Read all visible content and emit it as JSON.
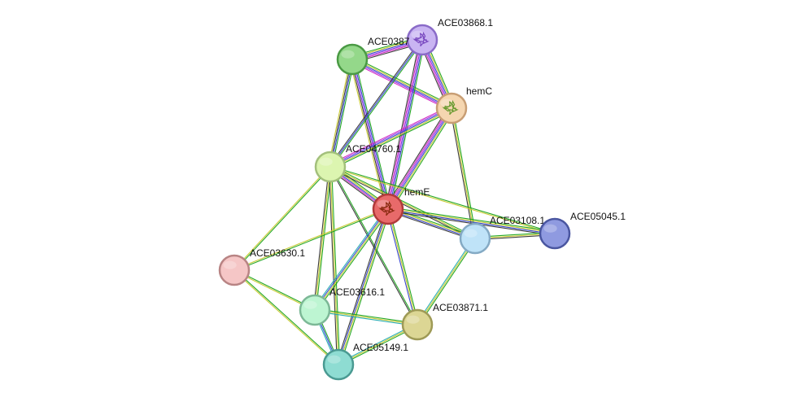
{
  "network": {
    "evidence_colors": {
      "green": "#1aa31a",
      "yellow": "#c8c82a",
      "blue": "#2f3fd0",
      "purple": "#8a2be2",
      "magenta": "#d020c0",
      "teal": "#22aab0",
      "black": "#333333"
    },
    "nodes": [
      {
        "id": "hemE",
        "label": "hemE",
        "color": "#e86a6a",
        "border": "#b03a3a",
        "glyph": "protein-structure-icon",
        "glyph_color": "#8a2a10"
      },
      {
        "id": "hemC",
        "label": "hemC",
        "color": "#f5d6b0",
        "border": "#c89e74",
        "glyph": "protein-structure-icon",
        "glyph_color": "#6a9a30"
      },
      {
        "id": "ACE03868.1",
        "label": "ACE03868.1",
        "color": "#c9b4f2",
        "border": "#8a6bc8",
        "glyph": "protein-structure-icon",
        "glyph_color": "#7a4ac0"
      },
      {
        "id": "ACE0387",
        "label": "ACE0387",
        "color": "#94d88a",
        "border": "#4a9a44"
      },
      {
        "id": "ACE04760.1",
        "label": "ACE04760.1",
        "color": "#dcf5b0",
        "border": "#a3c07c"
      },
      {
        "id": "ACE03108.1",
        "label": "ACE03108.1",
        "color": "#bfe3f8",
        "border": "#84aac4"
      },
      {
        "id": "ACE05045.1",
        "label": "ACE05045.1",
        "color": "#8f9ae0",
        "border": "#4a56a0"
      },
      {
        "id": "ACE03630.1",
        "label": "ACE03630.1",
        "color": "#f5c6c6",
        "border": "#b88484"
      },
      {
        "id": "ACE03616.1",
        "label": "ACE03616.1",
        "color": "#bdf5d2",
        "border": "#7cb896"
      },
      {
        "id": "ACE03871.1",
        "label": "ACE03871.1",
        "color": "#dcd694",
        "border": "#9e9a56"
      },
      {
        "id": "ACE05149.1",
        "label": "ACE05149.1",
        "color": "#8edcd2",
        "border": "#4a9a92"
      }
    ],
    "edges": [
      {
        "a": "ACE0387",
        "b": "ACE03868.1",
        "colors": [
          "green",
          "yellow",
          "blue",
          "purple",
          "magenta",
          "black"
        ]
      },
      {
        "a": "ACE0387",
        "b": "hemC",
        "colors": [
          "green",
          "yellow",
          "blue",
          "purple",
          "magenta"
        ]
      },
      {
        "a": "ACE0387",
        "b": "ACE04760.1",
        "colors": [
          "green",
          "blue",
          "black",
          "yellow"
        ]
      },
      {
        "a": "ACE0387",
        "b": "hemE",
        "colors": [
          "green",
          "blue",
          "purple",
          "black",
          "yellow"
        ]
      },
      {
        "a": "ACE03868.1",
        "b": "hemC",
        "colors": [
          "green",
          "yellow",
          "blue",
          "purple",
          "magenta",
          "black"
        ]
      },
      {
        "a": "ACE03868.1",
        "b": "ACE04760.1",
        "colors": [
          "green",
          "blue",
          "black"
        ]
      },
      {
        "a": "ACE03868.1",
        "b": "hemE",
        "colors": [
          "green",
          "blue",
          "purple",
          "magenta",
          "black"
        ]
      },
      {
        "a": "hemC",
        "b": "ACE04760.1",
        "colors": [
          "green",
          "yellow",
          "blue",
          "purple",
          "magenta"
        ]
      },
      {
        "a": "hemC",
        "b": "hemE",
        "colors": [
          "green",
          "yellow",
          "blue",
          "purple",
          "magenta",
          "black"
        ]
      },
      {
        "a": "hemC",
        "b": "ACE03108.1",
        "colors": [
          "green",
          "yellow",
          "black"
        ]
      },
      {
        "a": "ACE04760.1",
        "b": "hemE",
        "colors": [
          "green",
          "yellow",
          "blue",
          "magenta",
          "black"
        ]
      },
      {
        "a": "ACE04760.1",
        "b": "ACE03108.1",
        "colors": [
          "green",
          "yellow",
          "black"
        ]
      },
      {
        "a": "ACE04760.1",
        "b": "ACE05045.1",
        "colors": [
          "green",
          "yellow"
        ]
      },
      {
        "a": "ACE04760.1",
        "b": "ACE03630.1",
        "colors": [
          "green",
          "yellow"
        ]
      },
      {
        "a": "ACE04760.1",
        "b": "ACE03616.1",
        "colors": [
          "green",
          "yellow",
          "black"
        ]
      },
      {
        "a": "ACE04760.1",
        "b": "ACE03871.1",
        "colors": [
          "green",
          "black"
        ]
      },
      {
        "a": "ACE04760.1",
        "b": "ACE05149.1",
        "colors": [
          "green",
          "yellow",
          "black"
        ]
      },
      {
        "a": "hemE",
        "b": "ACE03108.1",
        "colors": [
          "green",
          "yellow",
          "blue",
          "black"
        ]
      },
      {
        "a": "hemE",
        "b": "ACE05045.1",
        "colors": [
          "green",
          "yellow",
          "blue",
          "black"
        ]
      },
      {
        "a": "hemE",
        "b": "ACE03630.1",
        "colors": [
          "green",
          "yellow"
        ]
      },
      {
        "a": "hemE",
        "b": "ACE03616.1",
        "colors": [
          "green",
          "yellow",
          "blue",
          "teal"
        ]
      },
      {
        "a": "hemE",
        "b": "ACE03871.1",
        "colors": [
          "green",
          "yellow",
          "blue"
        ]
      },
      {
        "a": "hemE",
        "b": "ACE05149.1",
        "colors": [
          "green",
          "yellow",
          "blue",
          "black"
        ]
      },
      {
        "a": "ACE03108.1",
        "b": "ACE05045.1",
        "colors": [
          "green",
          "yellow",
          "black"
        ]
      },
      {
        "a": "ACE03108.1",
        "b": "ACE03871.1",
        "colors": [
          "green",
          "yellow",
          "teal"
        ]
      },
      {
        "a": "ACE03630.1",
        "b": "ACE03616.1",
        "colors": [
          "green",
          "yellow"
        ]
      },
      {
        "a": "ACE03630.1",
        "b": "ACE05149.1",
        "colors": [
          "green",
          "yellow"
        ]
      },
      {
        "a": "ACE03616.1",
        "b": "ACE03871.1",
        "colors": [
          "green",
          "yellow",
          "teal"
        ]
      },
      {
        "a": "ACE03616.1",
        "b": "ACE05149.1",
        "colors": [
          "green",
          "blue",
          "teal"
        ]
      },
      {
        "a": "ACE03871.1",
        "b": "ACE05149.1",
        "colors": [
          "green",
          "yellow",
          "teal"
        ]
      }
    ]
  }
}
